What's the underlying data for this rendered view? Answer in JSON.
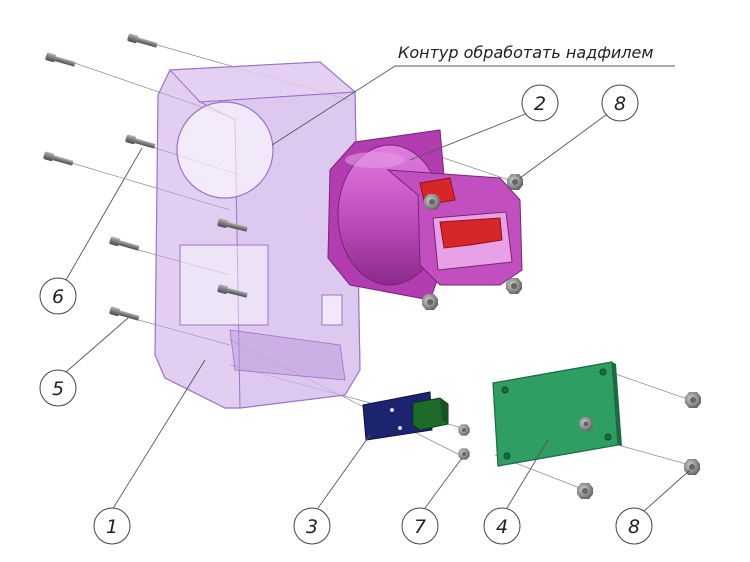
{
  "note": {
    "text": "Контур обработать надфилем"
  },
  "callouts": [
    {
      "id": "1",
      "label": "1"
    },
    {
      "id": "2",
      "label": "2"
    },
    {
      "id": "3",
      "label": "3"
    },
    {
      "id": "4",
      "label": "4"
    },
    {
      "id": "5",
      "label": "5"
    },
    {
      "id": "6",
      "label": "6"
    },
    {
      "id": "7",
      "label": "7"
    },
    {
      "id": "8a",
      "label": "8"
    },
    {
      "id": "8b",
      "label": "8"
    }
  ],
  "colors": {
    "housing_fill": "#c9a6e6",
    "housing_stroke": "#9b74c4",
    "adapter_magenta": "#c24fc0",
    "adapter_dark": "#8a2b8a",
    "insert_red": "#d6262a",
    "pcb_green": "#2e9e62",
    "pcb_blue": "#1c2470",
    "connector_green": "#1f6b2b",
    "screw_grey": "#7d7d7d"
  }
}
